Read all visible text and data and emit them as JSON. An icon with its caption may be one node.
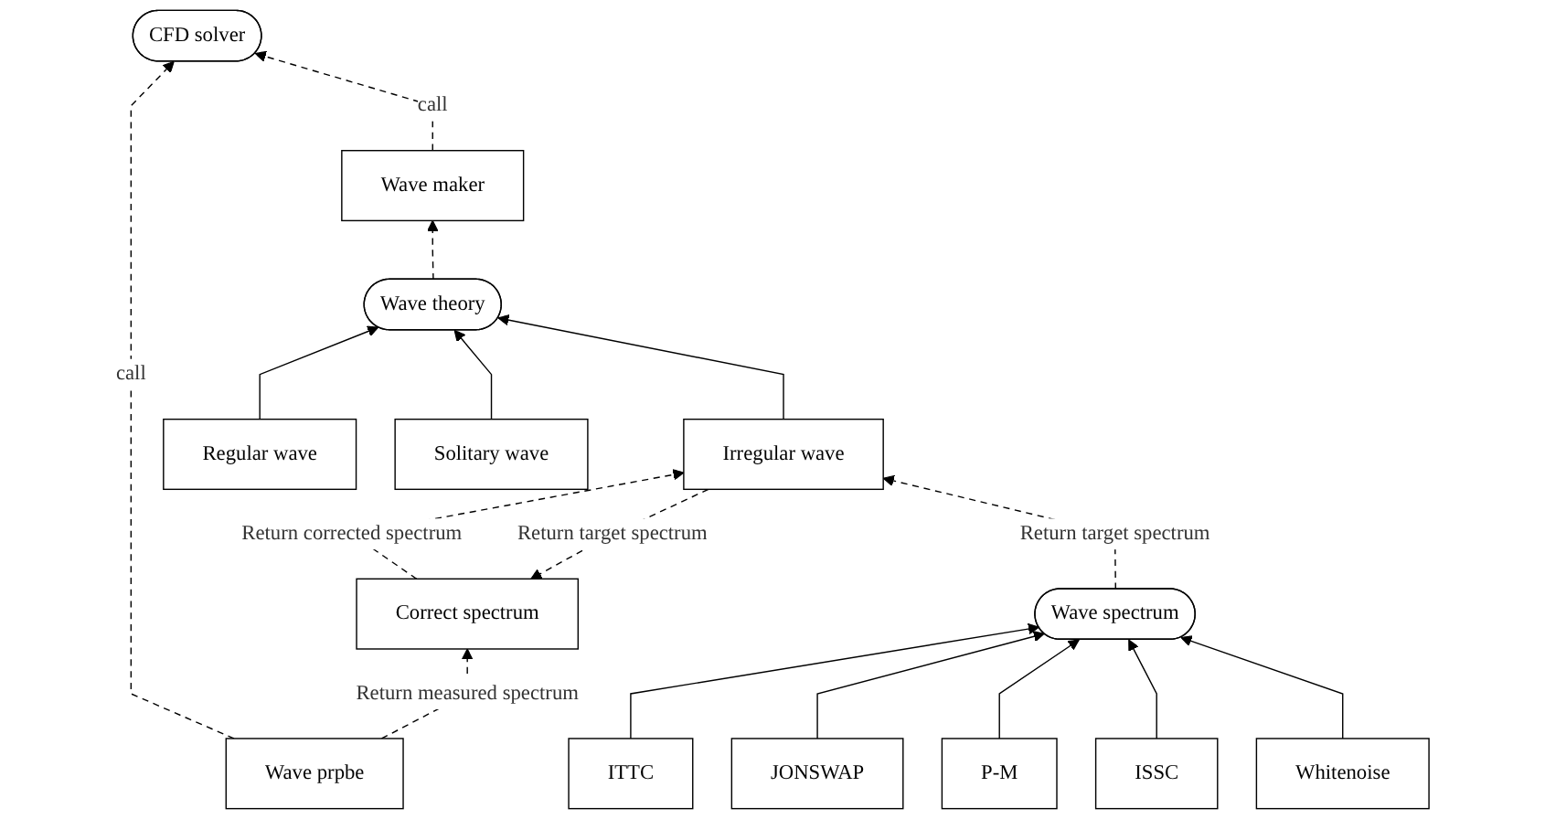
{
  "diagram": {
    "nodes": [
      {
        "text": [
          "CFD solver"
        ]
      },
      {
        "text": [
          "Wave prpbe"
        ]
      },
      {
        "text": [
          "Wave maker"
        ]
      },
      {
        "text": [
          "Wave theory"
        ]
      },
      {
        "text": [
          "Correct spectrum"
        ]
      },
      {
        "text": [
          "Irregular wave"
        ]
      },
      {
        "text": [
          "Regular wave"
        ]
      },
      {
        "text": [
          "Solitary wave"
        ]
      },
      {
        "text": [
          "Wave spectrum"
        ]
      },
      {
        "text": [
          "ITTC"
        ]
      },
      {
        "text": [
          "JONSWAP"
        ]
      },
      {
        "text": [
          "P-M"
        ]
      },
      {
        "text": [
          "ISSC"
        ]
      },
      {
        "text": [
          "Whitenoise"
        ]
      }
    ],
    "edges": [
      {
        "from": 1,
        "to": 0,
        "arrow": "to",
        "style": "dashed",
        "label": "call"
      },
      {
        "from": 2,
        "to": 0,
        "arrow": "to",
        "style": "dashed",
        "label": "call"
      },
      {
        "from": 3,
        "to": 2,
        "arrow": "to",
        "style": "dashed"
      },
      {
        "from": 1,
        "to": 4,
        "arrow": "to",
        "style": "dashed",
        "label": "Return measured spectrum"
      },
      {
        "from": 5,
        "to": 3,
        "arrow": "to"
      },
      {
        "from": 6,
        "to": 3,
        "arrow": "to"
      },
      {
        "from": 7,
        "to": 3,
        "arrow": "to"
      },
      {
        "from": 4,
        "to": 5,
        "arrow": "to",
        "style": "dashed",
        "label": "Return corrected spectrum"
      },
      {
        "from": 5,
        "to": 4,
        "arrow": "to",
        "style": "dashed",
        "label": "Return target spectrum"
      },
      {
        "from": 8,
        "to": 5,
        "arrow": "to",
        "style": "dashed",
        "label": "Return target spectrum"
      },
      {
        "from": 9,
        "to": 8,
        "arrow": "to"
      },
      {
        "from": 10,
        "to": 8,
        "arrow": "to"
      },
      {
        "from": 11,
        "to": 8,
        "arrow": "to"
      },
      {
        "from": 12,
        "to": 8,
        "arrow": "to"
      },
      {
        "from": 13,
        "to": 8,
        "arrow": "to"
      }
    ]
  }
}
